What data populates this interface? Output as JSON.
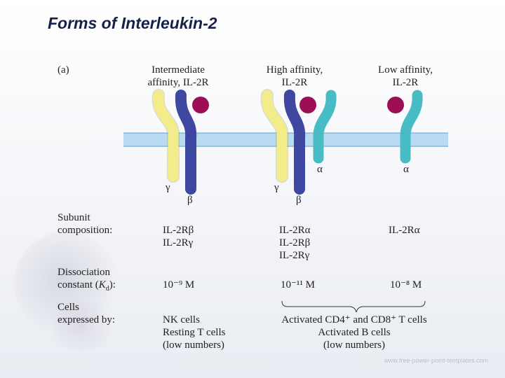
{
  "slide": {
    "title": "Forms of Interleukin-2",
    "footer": "www.free-power-point-templates.com"
  },
  "panel": {
    "label": "(a)"
  },
  "receptors": [
    {
      "title_line1": "Intermediate",
      "title_line2": "affinity, IL-2R",
      "subunit_labels": [
        "γ",
        "β"
      ],
      "composition": [
        "IL-2Rβ",
        "IL-2Rγ"
      ],
      "kd": "10⁻⁹ M",
      "cells": [
        "NK cells",
        "Resting T cells",
        "(low numbers)"
      ]
    },
    {
      "title_line1": "High affinity,",
      "title_line2": "IL-2R",
      "subunit_labels": [
        "γ",
        "β",
        "α"
      ],
      "composition": [
        "IL-2Rα",
        "IL-2Rβ",
        "IL-2Rγ"
      ],
      "kd": "10⁻¹¹ M"
    },
    {
      "title_line1": "Low affinity,",
      "title_line2": "IL-2R",
      "subunit_labels": [
        "α"
      ],
      "composition": [
        "IL-2Rα"
      ],
      "kd": "10⁻⁸ M"
    }
  ],
  "shared_cells": [
    "Activated CD4⁺ and CD8⁺ T cells",
    "Activated B cells",
    "(low numbers)"
  ],
  "row_labels": {
    "subunit": [
      "Subunit",
      "composition:"
    ],
    "dissociation": [
      "Dissociation",
      "constant ("
    ],
    "kd_symbol": "K",
    "kd_sub": "d",
    "kd_suffix": "):",
    "cells": [
      "Cells",
      "expressed by:"
    ]
  },
  "colors": {
    "gamma": "#f3ec8a",
    "beta": "#3f48a0",
    "alpha": "#48bcc4",
    "ligand": "#9c0f56",
    "membrane": "#b9dbf1",
    "membrane_line": "#87b7dc",
    "title": "#16214a"
  }
}
